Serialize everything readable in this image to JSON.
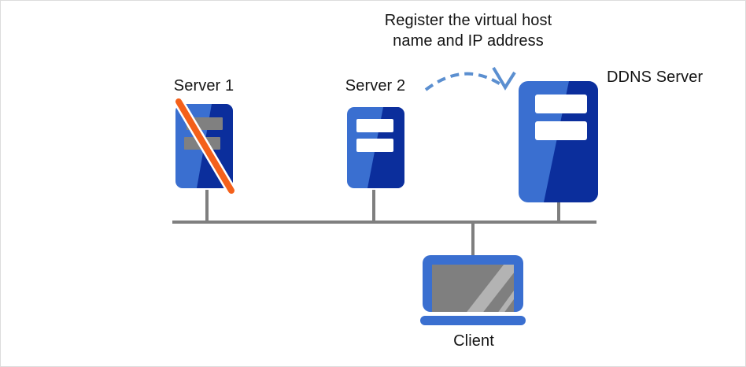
{
  "diagram": {
    "title_annotation": "Register the virtual host\nname and IP address",
    "background_color": "#ffffff",
    "border_color": "#dcdcdc",
    "nodes": [
      {
        "id": "server1",
        "label": "Server 1",
        "type": "server",
        "state": "disabled",
        "icon": "server-icon-disabled",
        "bar_color": "#808080",
        "body_light": "#3a6fd0",
        "body_dark": "#0b2e9c",
        "slash_color": "#f4601a"
      },
      {
        "id": "server2",
        "label": "Server 2",
        "type": "server",
        "state": "active",
        "icon": "server-icon",
        "bar_color": "#ffffff",
        "body_light": "#3a6fd0",
        "body_dark": "#0b2e9c"
      },
      {
        "id": "ddns",
        "label": "DDNS Server",
        "type": "server",
        "state": "active",
        "icon": "server-icon",
        "bar_color": "#ffffff",
        "body_light": "#3a6fd0",
        "body_dark": "#0b2e9c"
      },
      {
        "id": "client",
        "label": "Client",
        "type": "laptop",
        "icon": "laptop-icon",
        "frame_color": "#3a6fd0",
        "screen_color": "#7f7f7f"
      }
    ],
    "connections": {
      "bus_color": "#7f7f7f",
      "bus_label": "network-bus"
    },
    "arrow": {
      "name": "register-arrow",
      "style": "dashed-curved",
      "color": "#5b8fd0",
      "from": "server2-area",
      "to": "ddns"
    }
  }
}
